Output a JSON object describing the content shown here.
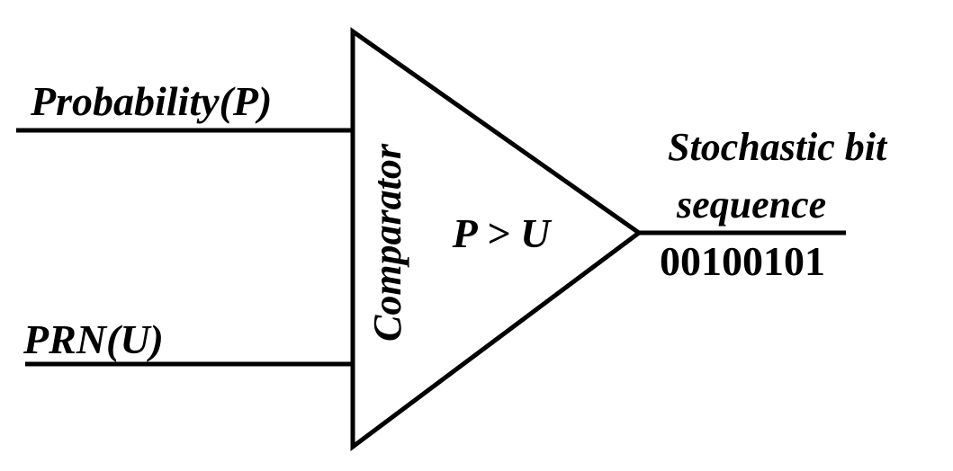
{
  "inputs": {
    "probability": "Probability(P)",
    "prn": "PRN(U)"
  },
  "comparator": {
    "label": "Comparator",
    "condition": "P > U"
  },
  "output": {
    "label_line1": "Stochastic bit",
    "label_line2": "sequence",
    "bits": "00100101"
  }
}
